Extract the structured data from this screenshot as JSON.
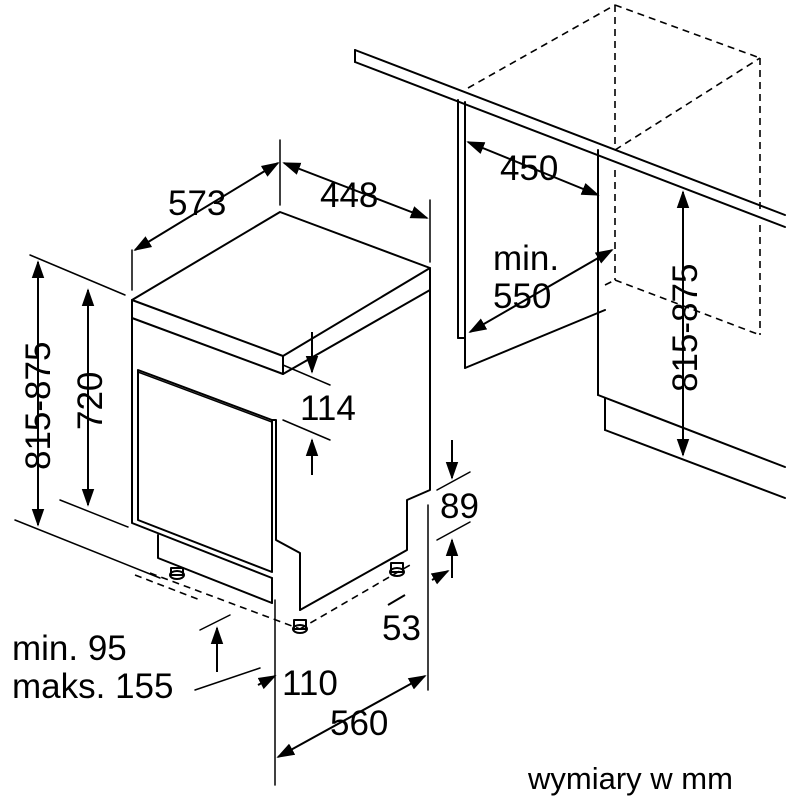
{
  "dimensions": {
    "depth_appliance": "573",
    "width_appliance": "448",
    "niche_width": "450",
    "niche_depth_min_line1": "min.",
    "niche_depth_min_line2": "550",
    "niche_height": "815-875",
    "total_height": "815-875",
    "door_height": "720",
    "panel_height": "114",
    "kick_height": "89",
    "kick_recess": "53",
    "plinth_gap_line1": "min. 95",
    "plinth_gap_line2": "maks. 155",
    "foot_offset": "110",
    "bottom_depth": "560"
  },
  "units_note": "wymiary w mm"
}
